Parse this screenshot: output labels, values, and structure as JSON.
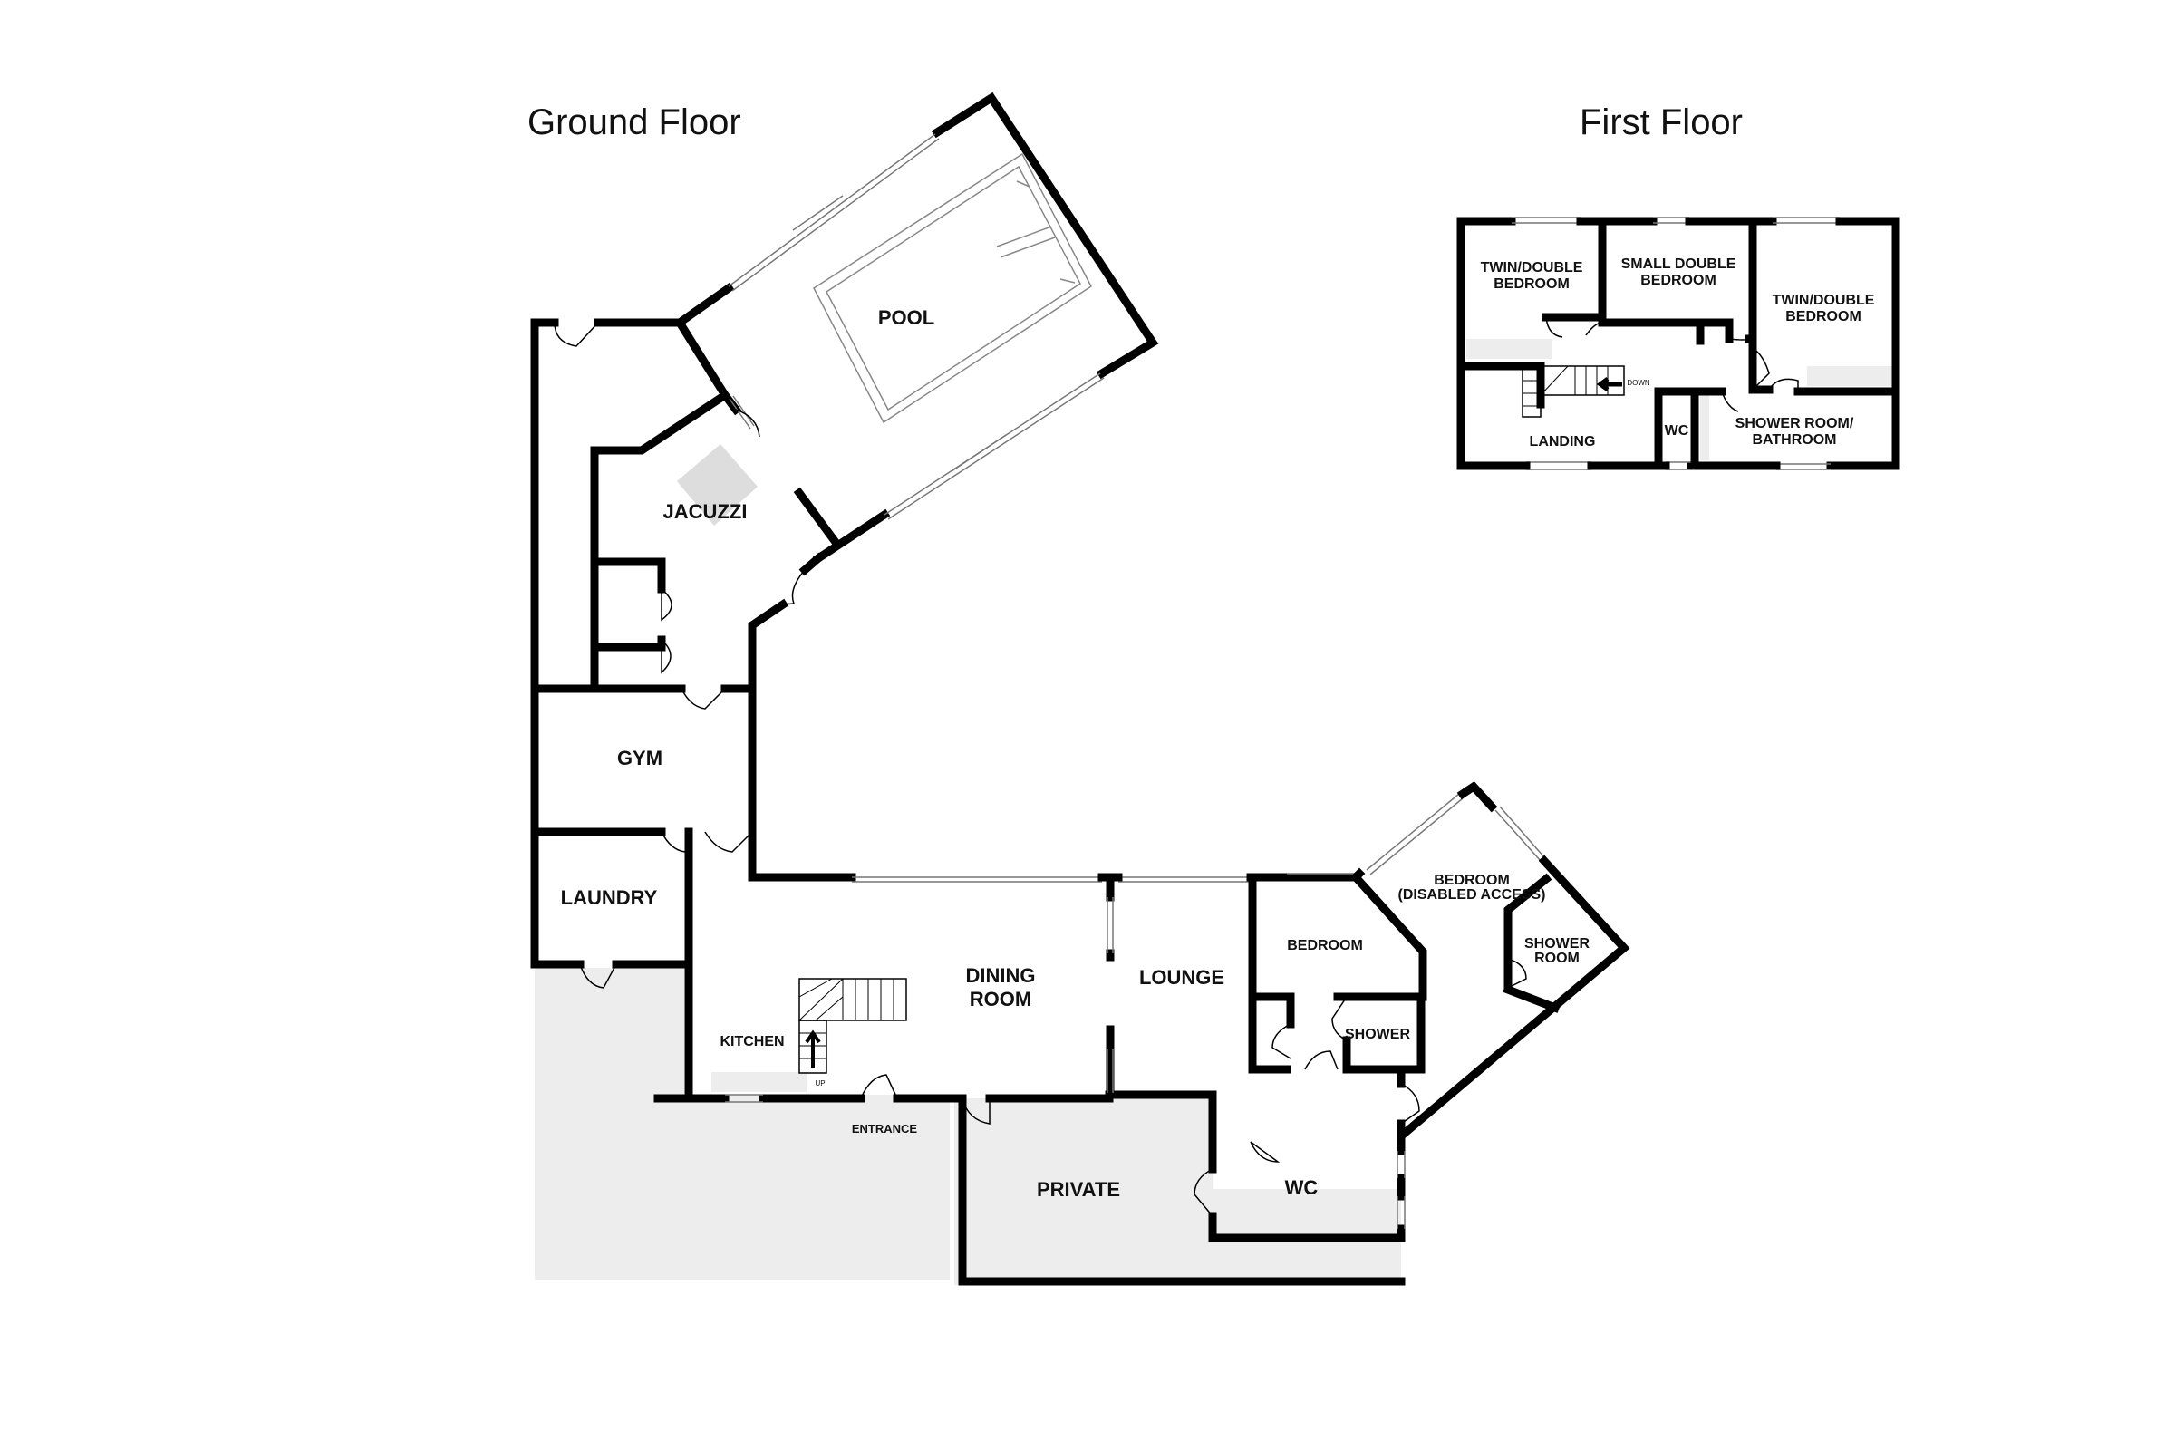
{
  "headings": {
    "ground_floor": "Ground Floor",
    "first_floor": "First Floor"
  },
  "ground_rooms": {
    "pool": "POOL",
    "jacuzzi": "JACUZZI",
    "gym": "GYM",
    "laundry": "LAUNDRY",
    "kitchen": "KITCHEN",
    "dining_line1": "DINING",
    "dining_line2": "ROOM",
    "lounge": "LOUNGE",
    "bedroom": "BEDROOM",
    "bedroom_disabled_line1": "BEDROOM",
    "bedroom_disabled_line2": "(DISABLED ACCESS)",
    "shower_room_line1": "SHOWER",
    "shower_room_line2": "ROOM",
    "shower": "SHOWER",
    "wc": "WC",
    "private": "PRIVATE",
    "entrance": "ENTRANCE",
    "stairs_up": "UP"
  },
  "first_rooms": {
    "twin_left_line1": "TWIN/DOUBLE",
    "twin_left_line2": "BEDROOM",
    "small_double_line1": "SMALL DOUBLE",
    "small_double_line2": "BEDROOM",
    "twin_right_line1": "TWIN/DOUBLE",
    "twin_right_line2": "BEDROOM",
    "landing": "LANDING",
    "wc": "WC",
    "shower_bath_line1": "SHOWER ROOM/",
    "shower_bath_line2": "BATHROOM",
    "stairs_down": "DOWN"
  }
}
